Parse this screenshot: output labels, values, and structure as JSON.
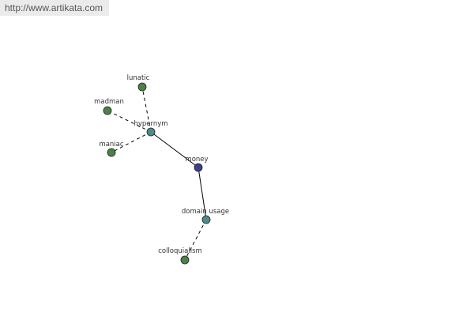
{
  "header": {
    "url_text": "http://www.artikata.com"
  },
  "colors": {
    "center_node": "#3a3f8e",
    "relation_node": "#4e8b8b",
    "word_node": "#4d8247",
    "node_stroke": "#222222",
    "edge": "#000000"
  },
  "graph": {
    "nodes": [
      {
        "id": "money",
        "label": "money",
        "kind": "center"
      },
      {
        "id": "hypernym",
        "label": "hypernym",
        "kind": "relation"
      },
      {
        "id": "domain-usage",
        "label": "domain usage",
        "kind": "relation"
      },
      {
        "id": "lunatic",
        "label": "lunatic",
        "kind": "word"
      },
      {
        "id": "madman",
        "label": "madman",
        "kind": "word"
      },
      {
        "id": "maniac",
        "label": "maniac",
        "kind": "word"
      },
      {
        "id": "colloquialism",
        "label": "colloquialism",
        "kind": "word"
      }
    ],
    "edges": [
      {
        "from": "money",
        "to": "hypernym",
        "style": "solid"
      },
      {
        "from": "money",
        "to": "domain-usage",
        "style": "solid"
      },
      {
        "from": "hypernym",
        "to": "lunatic",
        "style": "dashed"
      },
      {
        "from": "hypernym",
        "to": "madman",
        "style": "dashed"
      },
      {
        "from": "hypernym",
        "to": "maniac",
        "style": "dashed"
      },
      {
        "from": "domain-usage",
        "to": "colloquialism",
        "style": "dashed"
      }
    ]
  }
}
